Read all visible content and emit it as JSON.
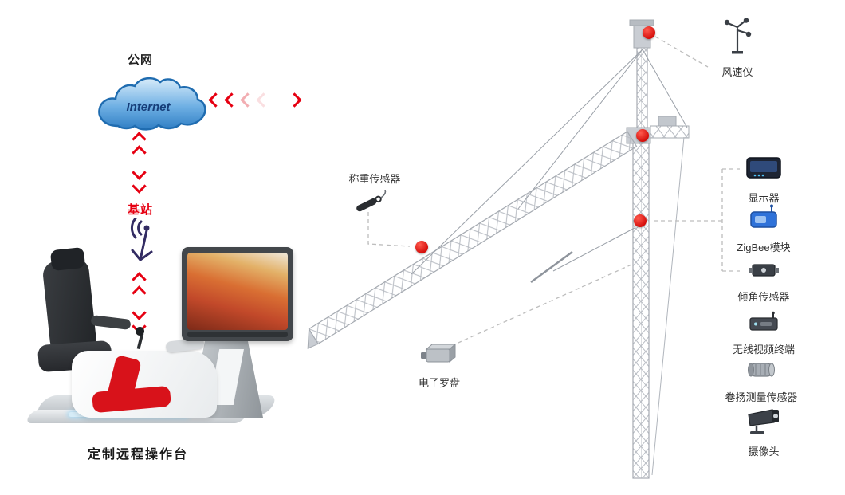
{
  "colors": {
    "accent_red": "#e60012",
    "cloud_fill_top": "#cfe7f8",
    "cloud_fill_bottom": "#2f7ec4",
    "cloud_stroke": "#1f6cb0",
    "station_navy": "#332c63",
    "crane_gray": "#b0b5bc",
    "label_dark": "#333333",
    "console_red": "#d8121a"
  },
  "network": {
    "public_label": "公网",
    "cloud_text": "Internet",
    "station_label": "基站"
  },
  "console": {
    "caption": "定制远程操作台"
  },
  "crane": {
    "sensors": [
      {
        "id": "anemometer",
        "label": "风速仪"
      },
      {
        "id": "load-pin",
        "label": "称重传感器"
      },
      {
        "id": "compass",
        "label": "电子罗盘"
      }
    ],
    "devices": [
      {
        "id": "monitor",
        "label": "显示器"
      },
      {
        "id": "zigbee",
        "label": "ZigBee模块"
      },
      {
        "id": "tilt-sensor",
        "label": "倾角传感器"
      },
      {
        "id": "video-terminal",
        "label": "无线视频终端"
      },
      {
        "id": "hoist-sensor",
        "label": "卷扬测量传感器"
      },
      {
        "id": "camera",
        "label": "摄像头"
      }
    ]
  }
}
